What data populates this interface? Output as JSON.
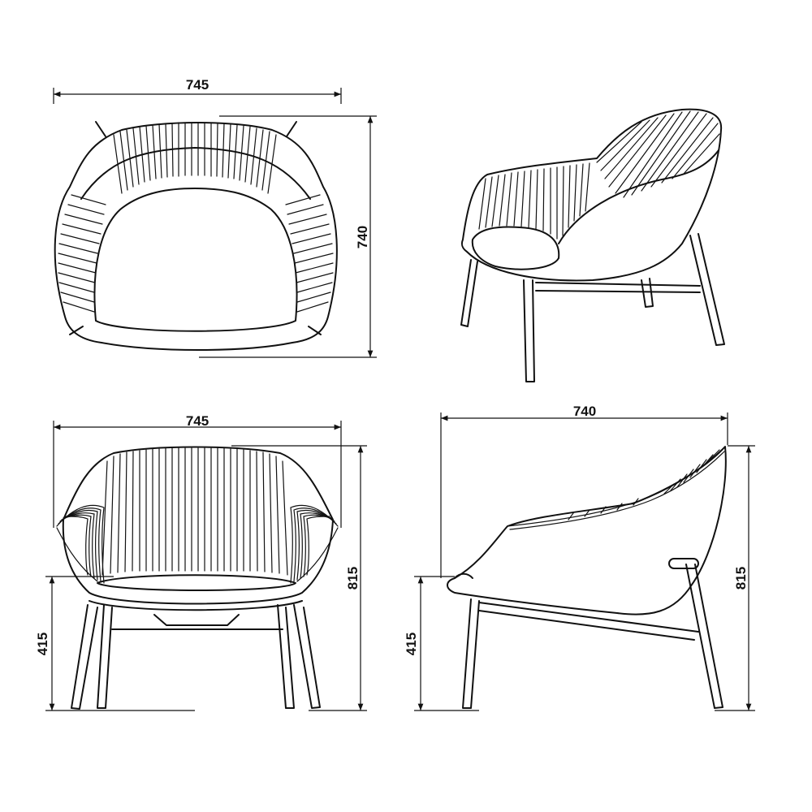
{
  "dimensions": {
    "top_view_width": "745",
    "top_view_depth": "740",
    "front_view_width": "745",
    "front_view_height": "815",
    "front_view_seat_height": "415",
    "side_view_depth": "740",
    "side_view_height": "815",
    "side_view_seat_height": "415"
  },
  "views": [
    "top-view",
    "perspective-view",
    "front-view",
    "side-view"
  ]
}
